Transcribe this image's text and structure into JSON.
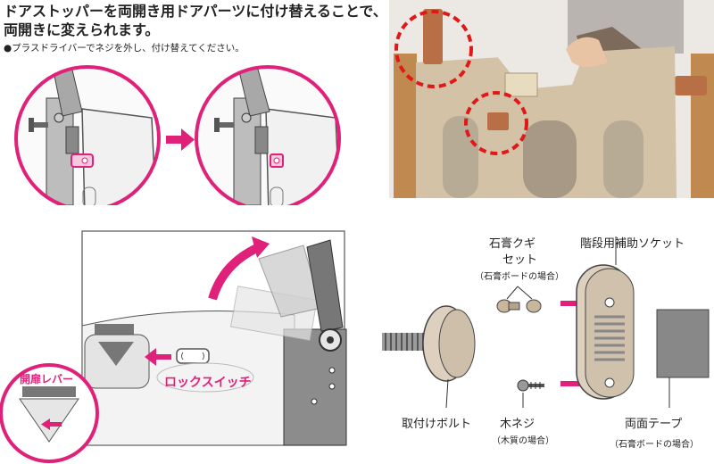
{
  "header": {
    "title_line1": "ドアストッパーを両開き用ドアパーツに付け替えることで、",
    "title_line2": "両開きに変えられます。",
    "note": "●プラスドライバーでネジを外し、付け替えてください。"
  },
  "mechanism": {
    "lock_switch_label": "ロックスイッチ",
    "door_lever_label": "開扉レバー"
  },
  "parts": {
    "gypsum_nail_label_1": "石膏クギ",
    "gypsum_nail_label_2": "セット",
    "gypsum_nail_sub": "（石膏ボードの場合）",
    "stair_socket_label": "階段用補助ソケット",
    "mount_bolt_label": "取付けボルト",
    "wood_screw_label": "木ネジ",
    "wood_screw_sub": "（木質の場合）",
    "double_tape_label": "両面テープ",
    "double_tape_sub": "（石膏ボードの場合）"
  },
  "colors": {
    "accent": "#e0217a",
    "gate": "#c9b596",
    "wood": "#b8743c",
    "metal": "#8c8c8c"
  }
}
